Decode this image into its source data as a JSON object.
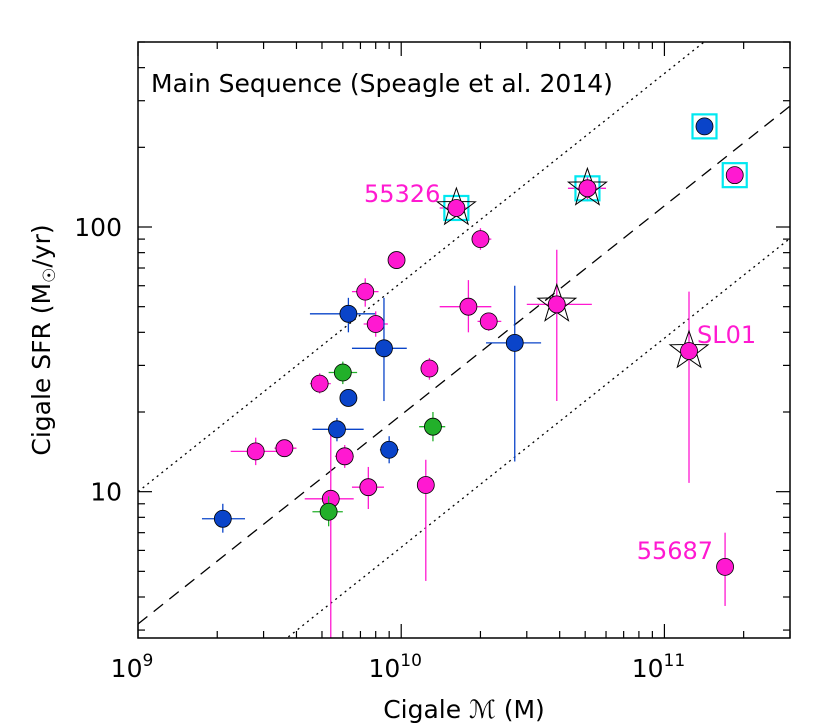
{
  "chart_data": {
    "type": "scatter",
    "annotation": "Main Sequence (Speagle et al. 2014)",
    "xlabel": "Cigale ℳ (M)",
    "ylabel": "Cigale SFR (M",
    "ylabel_sub": "☉",
    "ylabel_tail": "/yr)",
    "x_scale": "log",
    "y_scale": "log",
    "xlim": [
      1000000000.0,
      300000000000.0
    ],
    "ylim": [
      2.8,
      500
    ],
    "x_ticks": [
      {
        "value": 1000000000.0,
        "base": "10",
        "exp": "9"
      },
      {
        "value": 10000000000.0,
        "base": "10",
        "exp": "10"
      },
      {
        "value": 100000000000.0,
        "base": "10",
        "exp": "11"
      }
    ],
    "y_ticks": [
      {
        "value": 10,
        "label": "10"
      },
      {
        "value": 100,
        "label": "100"
      }
    ],
    "colors": {
      "magenta": "#ff19d1",
      "blue": "#0a44c9",
      "green": "#22b02a",
      "cyan": "#00e8f0"
    },
    "main_sequence": {
      "slope": 0.79,
      "intercept_at_1e10": 1.29,
      "scatter_dex": 0.5
    },
    "points": [
      {
        "x": 2100000000.0,
        "y": 7.9,
        "c": "blue",
        "xe": [
          1750000000.0,
          2550000000.0
        ],
        "ye": [
          7.0,
          9.0
        ]
      },
      {
        "x": 2800000000.0,
        "y": 14.2,
        "c": "magenta",
        "xe": [
          2250000000.0,
          3400000000.0
        ],
        "ye": [
          12.6,
          16.0
        ]
      },
      {
        "x": 3600000000.0,
        "y": 14.6,
        "c": "magenta",
        "xe": [
          3300000000.0,
          4000000000.0
        ],
        "ye": [
          13.8,
          15.5
        ]
      },
      {
        "x": 4900000000.0,
        "y": 25.6,
        "c": "magenta",
        "xe": [
          4500000000.0,
          5400000000.0
        ],
        "ye": [
          23.5,
          28.0
        ]
      },
      {
        "x": 5400000000.0,
        "y": 9.4,
        "c": "magenta",
        "xe": [
          4300000000.0,
          6600000000.0
        ],
        "ye": [
          2.8,
          17.0
        ]
      },
      {
        "x": 5300000000.0,
        "y": 8.4,
        "c": "green",
        "xe": [
          4600000000.0,
          6000000000.0
        ],
        "ye": [
          7.4,
          9.6
        ]
      },
      {
        "x": 5700000000.0,
        "y": 17.2,
        "c": "blue",
        "xe": [
          4600000000.0,
          7200000000.0
        ],
        "ye": [
          15.5,
          19.0
        ]
      },
      {
        "x": 6000000000.0,
        "y": 28.2,
        "c": "green",
        "xe": [
          5300000000.0,
          6800000000.0
        ],
        "ye": [
          25.5,
          31.0
        ]
      },
      {
        "x": 6100000000.0,
        "y": 13.6,
        "c": "magenta",
        "xe": [
          5600000000.0,
          6600000000.0
        ],
        "ye": [
          12.3,
          15.0
        ]
      },
      {
        "x": 6300000000.0,
        "y": 22.6,
        "c": "blue",
        "xe": [
          5900000000.0,
          6800000000.0
        ],
        "ye": [
          21.0,
          24.4
        ]
      },
      {
        "x": 6300000000.0,
        "y": 47.0,
        "c": "blue",
        "xe": [
          4500000000.0,
          8000000000.0
        ],
        "ye": [
          40.0,
          54.0
        ]
      },
      {
        "x": 7300000000.0,
        "y": 57.0,
        "c": "magenta",
        "xe": [
          6500000000.0,
          8200000000.0
        ],
        "ye": [
          50.0,
          64.0
        ]
      },
      {
        "x": 7500000000.0,
        "y": 10.4,
        "c": "magenta",
        "xe": [
          6500000000.0,
          8600000000.0
        ],
        "ye": [
          8.6,
          12.4
        ]
      },
      {
        "x": 8000000000.0,
        "y": 43.0,
        "c": "magenta",
        "xe": [
          7200000000.0,
          8900000000.0
        ],
        "ye": [
          38.5,
          48.0
        ]
      },
      {
        "x": 8600000000.0,
        "y": 34.8,
        "c": "blue",
        "xe": [
          6500000000.0,
          10500000000.0
        ],
        "ye": [
          22.0,
          54.0
        ]
      },
      {
        "x": 9000000000.0,
        "y": 14.4,
        "c": "blue",
        "xe": [
          8300000000.0,
          9800000000.0
        ],
        "ye": [
          12.8,
          16.2
        ]
      },
      {
        "x": 9600000000.0,
        "y": 75.0,
        "c": "magenta",
        "xe": [
          9000000000.0,
          10300000000.0
        ],
        "ye": [
          70.0,
          80.0
        ]
      },
      {
        "x": 12400000000.0,
        "y": 10.6,
        "c": "magenta",
        "xe": [
          11800000000.0,
          13000000000.0
        ],
        "ye": [
          4.6,
          13.2
        ]
      },
      {
        "x": 12800000000.0,
        "y": 29.2,
        "c": "magenta",
        "xe": [
          12000000000.0,
          13700000000.0
        ],
        "ye": [
          26.5,
          32.0
        ]
      },
      {
        "x": 13200000000.0,
        "y": 17.6,
        "c": "green",
        "xe": [
          11700000000.0,
          14700000000.0
        ],
        "ye": [
          15.5,
          20.0
        ]
      },
      {
        "x": 16200000000.0,
        "y": 118.0,
        "c": "magenta",
        "xe": [
          14000000000.0,
          18000000000.0
        ],
        "ye": [
          110.0,
          126.0
        ],
        "star": true,
        "square": true,
        "label": "55326"
      },
      {
        "x": 18000000000.0,
        "y": 50.0,
        "c": "magenta",
        "xe": [
          14000000000.0,
          22000000000.0
        ],
        "ye": [
          40.0,
          63.0
        ]
      },
      {
        "x": 20000000000.0,
        "y": 90.0,
        "c": "magenta",
        "xe": [
          18500000000.0,
          22000000000.0
        ],
        "ye": [
          82.0,
          99.0
        ]
      },
      {
        "x": 21500000000.0,
        "y": 44.0,
        "c": "magenta",
        "xe": [
          19500000000.0,
          24000000000.0
        ],
        "ye": [
          40.5,
          47.5
        ]
      },
      {
        "x": 27000000000.0,
        "y": 36.5,
        "c": "blue",
        "xe": [
          21000000000.0,
          34000000000.0
        ],
        "ye": [
          13.0,
          60.0
        ]
      },
      {
        "x": 39000000000.0,
        "y": 51.0,
        "c": "magenta",
        "xe": [
          30000000000.0,
          53000000000.0
        ],
        "ye": [
          22.0,
          82.0
        ],
        "star": true
      },
      {
        "x": 51000000000.0,
        "y": 140.0,
        "c": "magenta",
        "xe": [
          43000000000.0,
          60000000000.0
        ],
        "ye": [
          125.0,
          155.0
        ],
        "star": true,
        "square": true
      },
      {
        "x": 124000000000.0,
        "y": 34.0,
        "c": "magenta",
        "xe": [
          117000000000.0,
          130000000000.0
        ],
        "ye": [
          10.8,
          57.0
        ],
        "star": true,
        "label": "SL01"
      },
      {
        "x": 142000000000.0,
        "y": 240.0,
        "c": "blue",
        "xe": [
          134000000000.0,
          151000000000.0
        ],
        "ye": [
          225.0,
          256.0
        ],
        "square": true
      },
      {
        "x": 170000000000.0,
        "y": 5.2,
        "c": "magenta",
        "xe": [
          164000000000.0,
          176000000000.0
        ],
        "ye": [
          3.7,
          7.0
        ],
        "label": "55687"
      },
      {
        "x": 185000000000.0,
        "y": 157.0,
        "c": "magenta",
        "xe": [
          177000000000.0,
          194000000000.0
        ],
        "ye": [
          146.0,
          168.0
        ],
        "square": true
      }
    ]
  }
}
